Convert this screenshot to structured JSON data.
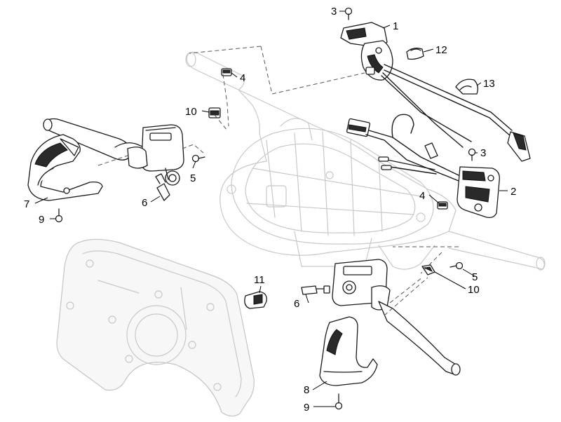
{
  "callouts": {
    "c1": "1",
    "c2": "2",
    "c3a": "3",
    "c3b": "3",
    "c4a": "4",
    "c4b": "4",
    "c5a": "5",
    "c5b": "5",
    "c6a": "6",
    "c6b": "6",
    "c7": "7",
    "c8": "8",
    "c9a": "9",
    "c9b": "9",
    "c10a": "10",
    "c10b": "10",
    "c11": "11",
    "c12": "12",
    "c13": "13"
  },
  "colors": {
    "ink": "#1a1a1a",
    "ghost": "#c8c8c8"
  }
}
